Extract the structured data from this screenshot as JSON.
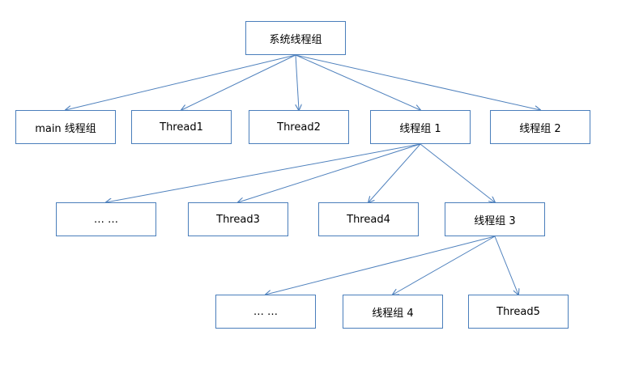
{
  "diagram": {
    "nodes": {
      "root": "系统线程组",
      "main_group": "main 线程组",
      "thread1": "Thread1",
      "thread2": "Thread2",
      "group1": "线程组 1",
      "group2": "线程组 2",
      "ellipsis1": "… …",
      "thread3": "Thread3",
      "thread4": "Thread4",
      "group3": "线程组 3",
      "ellipsis2": "… …",
      "group4": "线程组 4",
      "thread5": "Thread5"
    },
    "edges": [
      [
        "root",
        "main_group"
      ],
      [
        "root",
        "thread1"
      ],
      [
        "root",
        "thread2"
      ],
      [
        "root",
        "group1"
      ],
      [
        "root",
        "group2"
      ],
      [
        "group1",
        "ellipsis1"
      ],
      [
        "group1",
        "thread3"
      ],
      [
        "group1",
        "thread4"
      ],
      [
        "group1",
        "group3"
      ],
      [
        "group3",
        "ellipsis2"
      ],
      [
        "group3",
        "group4"
      ],
      [
        "group3",
        "thread5"
      ]
    ],
    "colors": {
      "box_border": "#4a7ebb",
      "arrow": "#4f81bd",
      "text": "#000000"
    }
  }
}
